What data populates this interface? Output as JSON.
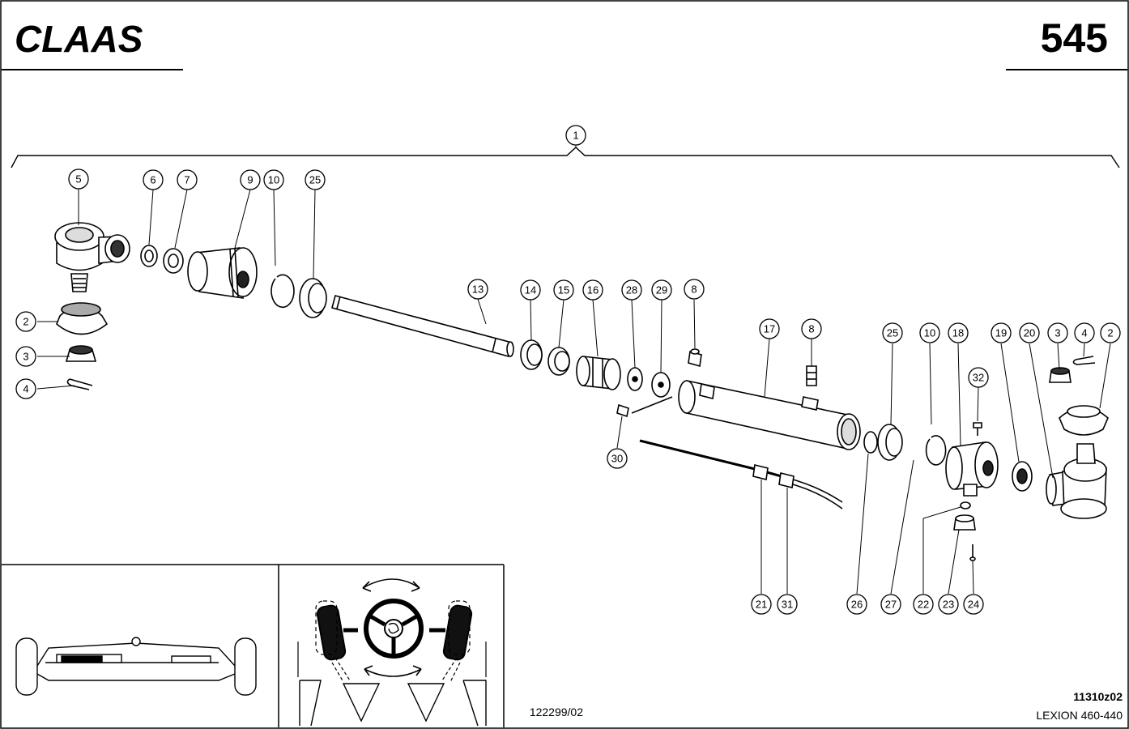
{
  "header": {
    "brand": "CLAAS",
    "page_number": "545"
  },
  "diagram": {
    "callouts": [
      "1",
      "5",
      "6",
      "7",
      "9",
      "10",
      "25",
      "2",
      "3",
      "4",
      "13",
      "14",
      "15",
      "16",
      "28",
      "29",
      "8",
      "30",
      "17",
      "8",
      "25",
      "10",
      "18",
      "32",
      "19",
      "20",
      "3",
      "4",
      "2",
      "21",
      "31",
      "26",
      "27",
      "22",
      "23",
      "24"
    ]
  },
  "footer": {
    "drawing_number": "122299/02",
    "figure_code": "11310z02",
    "model": "LEXION 460-440"
  }
}
